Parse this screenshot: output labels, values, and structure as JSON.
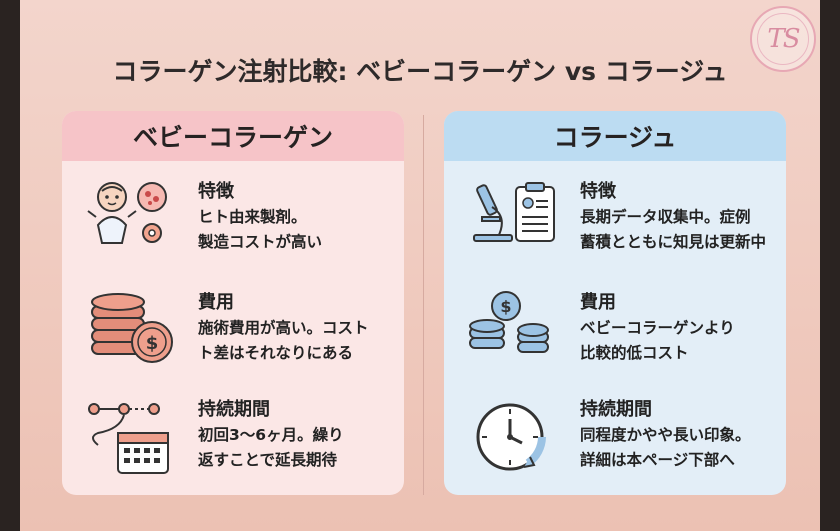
{
  "title": "コラーゲン注射比較: ベビーコラーゲン vs コラージュ",
  "logo_text": "TS",
  "left": {
    "header": "ベビーコラーゲン",
    "rows": [
      {
        "label": "特徴",
        "lines": [
          "ヒト由来製剤。",
          "製造コストが高い"
        ],
        "icon": "baby-cell-icon"
      },
      {
        "label": "費用",
        "lines": [
          "施術費用が高い。コスト",
          "ト差はそれなりにある"
        ],
        "icon": "coin-stack-icon"
      },
      {
        "label": "持続期間",
        "lines": [
          "初回3〜6ヶ月。繰り",
          "返すことで延長期待"
        ],
        "icon": "timeline-calendar-icon"
      }
    ]
  },
  "right": {
    "header": "コラージュ",
    "rows": [
      {
        "label": "特徴",
        "lines": [
          "長期データ収集中。症例",
          "蓄積とともに知見は更新中"
        ],
        "icon": "microscope-clipboard-icon"
      },
      {
        "label": "費用",
        "lines": [
          "ベビーコラーゲンより",
          "比較的低コスト"
        ],
        "icon": "coins-icon"
      },
      {
        "label": "持続期間",
        "lines": [
          "同程度かやや長い印象。",
          "詳細は本ページ下部へ"
        ],
        "icon": "clock-icon"
      }
    ]
  },
  "colors": {
    "left_header": "#f6c4c8",
    "right_header": "#bcdcf2",
    "left_bg": "#fbe7e6",
    "right_bg": "#e3eef7"
  }
}
